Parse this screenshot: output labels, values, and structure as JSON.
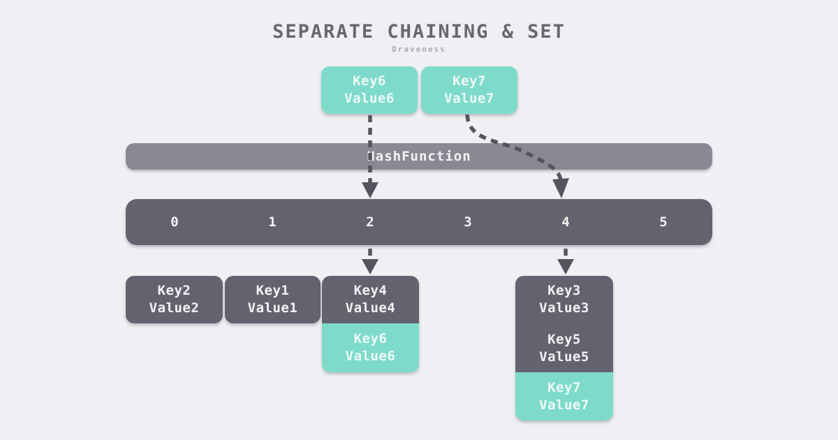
{
  "title": "SEPARATE CHAINING & SET",
  "subtitle": "Draveness",
  "incoming_keys": [
    {
      "key": "Key6",
      "value": "Value6"
    },
    {
      "key": "Key7",
      "value": "Value7"
    }
  ],
  "hash_function_label": "HashFunction",
  "buckets": [
    "0",
    "1",
    "2",
    "3",
    "4",
    "5"
  ],
  "chains": {
    "bucket0": [
      {
        "key": "Key2",
        "value": "Value2",
        "state": "existing"
      }
    ],
    "bucket1": [
      {
        "key": "Key1",
        "value": "Value1",
        "state": "existing"
      }
    ],
    "bucket2": [
      {
        "key": "Key4",
        "value": "Value4",
        "state": "existing"
      },
      {
        "key": "Key6",
        "value": "Value6",
        "state": "newly-inserted"
      }
    ],
    "bucket4": [
      {
        "key": "Key3",
        "value": "Value3",
        "state": "existing"
      },
      {
        "key": "Key5",
        "value": "Value5",
        "state": "existing"
      },
      {
        "key": "Key7",
        "value": "Value7",
        "state": "newly-inserted"
      }
    ]
  },
  "colors": {
    "background": "#eef0f3",
    "highlight_teal": "#7edbcb",
    "hash_bar_gray": "#8b8894",
    "slot_dark": "#656270",
    "arrow": "#56535e",
    "title_text": "#68676f",
    "subtitle_text": "#a9acb4",
    "box_text": "#f2f3f4"
  }
}
